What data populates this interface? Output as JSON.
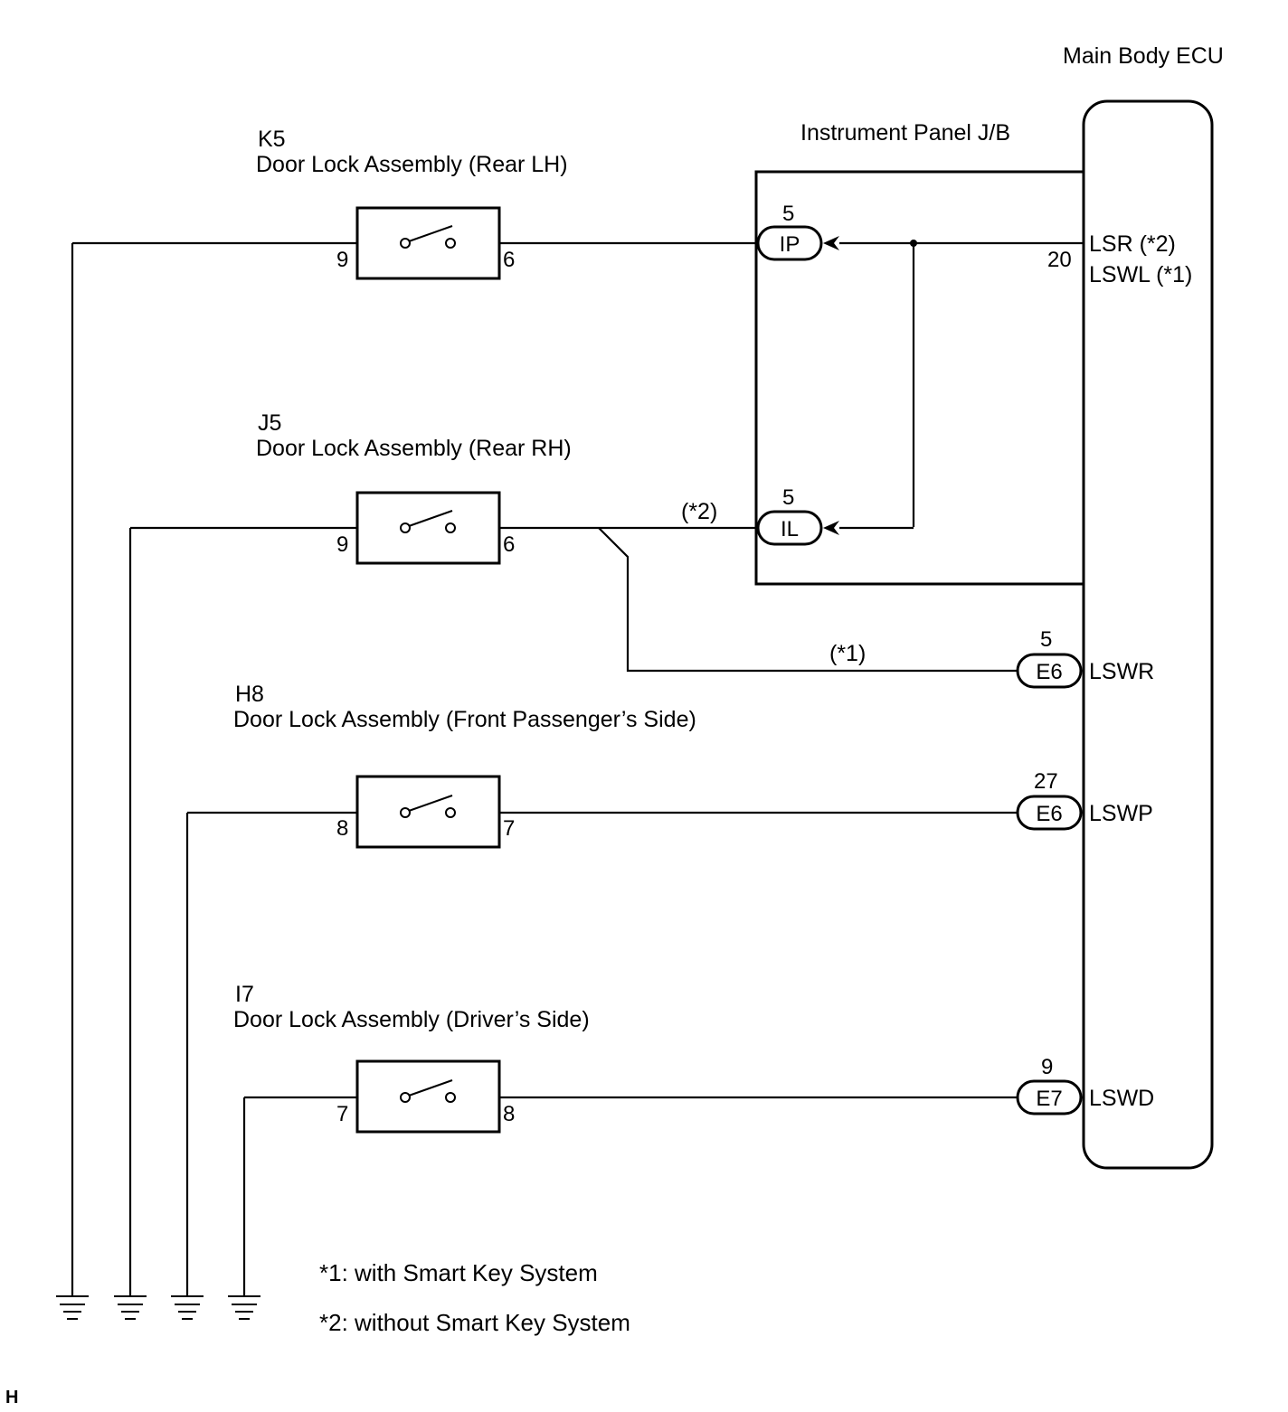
{
  "ecu": {
    "name": "Main Body ECU",
    "pins": [
      {
        "pin": "20",
        "signal_1": "LSR (*2)",
        "signal_2": "LSWL (*1)"
      },
      {
        "pin": "5",
        "connector": "E6",
        "signal": "LSWR"
      },
      {
        "pin": "27",
        "connector": "E6",
        "signal": "LSWP"
      },
      {
        "pin": "9",
        "connector": "E7",
        "signal": "LSWD"
      }
    ]
  },
  "junction_block": {
    "name": "Instrument Panel J/B",
    "connectors": [
      {
        "pin": "5",
        "name": "IP"
      },
      {
        "pin": "5",
        "name": "IL"
      }
    ]
  },
  "assemblies": [
    {
      "code": "K5",
      "name": "Door Lock Assembly (Rear LH)",
      "pin_left": "9",
      "pin_right": "6"
    },
    {
      "code": "J5",
      "name": "Door Lock Assembly (Rear RH)",
      "pin_left": "9",
      "pin_right": "6"
    },
    {
      "code": "H8",
      "name": "Door Lock Assembly (Front Passenger’s Side)",
      "pin_left": "8",
      "pin_right": "7"
    },
    {
      "code": "I7",
      "name": "Door Lock Assembly (Driver’s Side)",
      "pin_left": "7",
      "pin_right": "8"
    }
  ],
  "wire_labels": {
    "without_smart": "(*2)",
    "with_smart": "(*1)"
  },
  "notes": [
    "*1: with Smart Key System",
    "*2: without Smart Key System"
  ],
  "corner_mark": "H"
}
